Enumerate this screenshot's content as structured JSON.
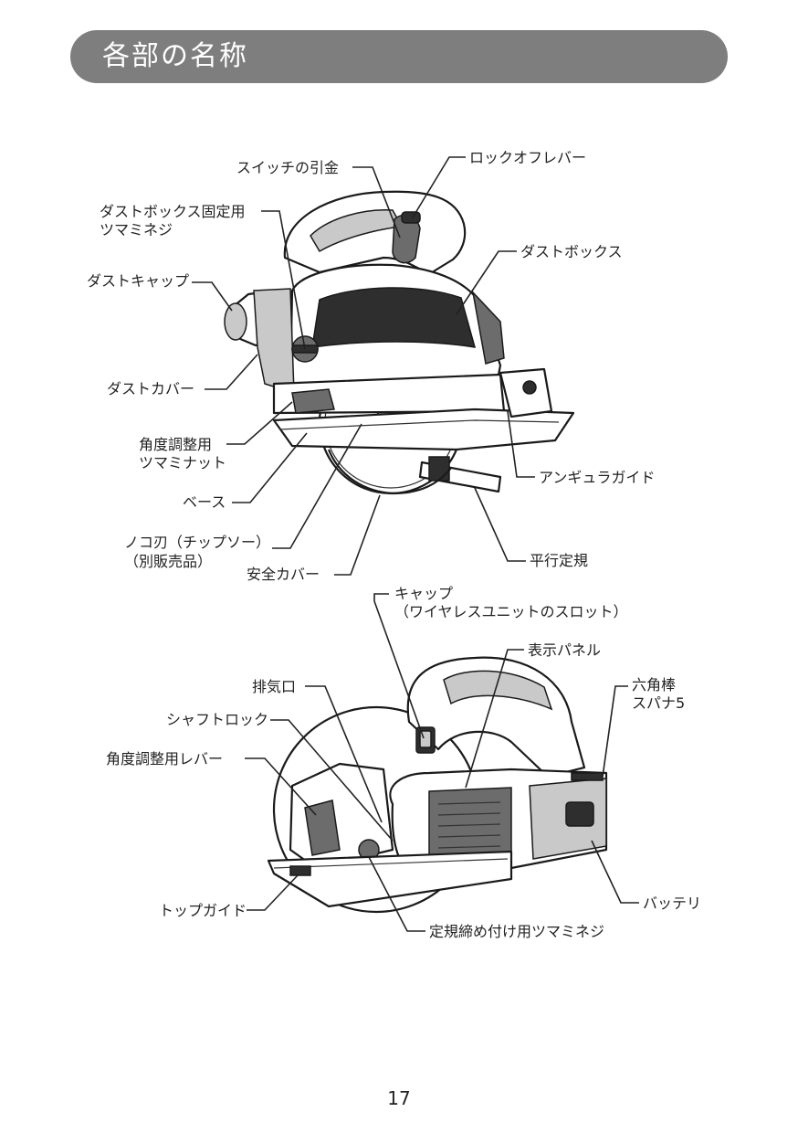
{
  "header": {
    "title": "各部の名称"
  },
  "figure_top": {
    "labels": {
      "switch_trigger": "スイッチの引金",
      "lock_off_lever": "ロックオフレバー",
      "dustbox_knob_line1": "ダストボックス固定用",
      "dustbox_knob_line2": "ツマミネジ",
      "dust_cap": "ダストキャップ",
      "dust_box": "ダストボックス",
      "dust_cover": "ダストカバー",
      "angle_nut_line1": "角度調整用",
      "angle_nut_line2": "ツマミナット",
      "angular_guide": "アンギュラガイド",
      "base": "ベース",
      "blade_line1": "ノコ刃（チップソー）",
      "blade_line2": "（別販売品）",
      "parallel_guide": "平行定規",
      "safety_cover": "安全カバー"
    }
  },
  "figure_bottom": {
    "labels": {
      "cap_line1": "キャップ",
      "cap_line2": "（ワイヤレスユニットのスロット）",
      "display_panel": "表示パネル",
      "exhaust": "排気口",
      "hex_wrench_line1": "六角棒",
      "hex_wrench_line2": "スパナ5",
      "shaft_lock": "シャフトロック",
      "angle_lever": "角度調整用レバー",
      "top_guide": "トップガイド",
      "battery": "バッテリ",
      "guide_knob": "定規締め付け用ツマミネジ"
    }
  },
  "page": {
    "number": "17"
  }
}
